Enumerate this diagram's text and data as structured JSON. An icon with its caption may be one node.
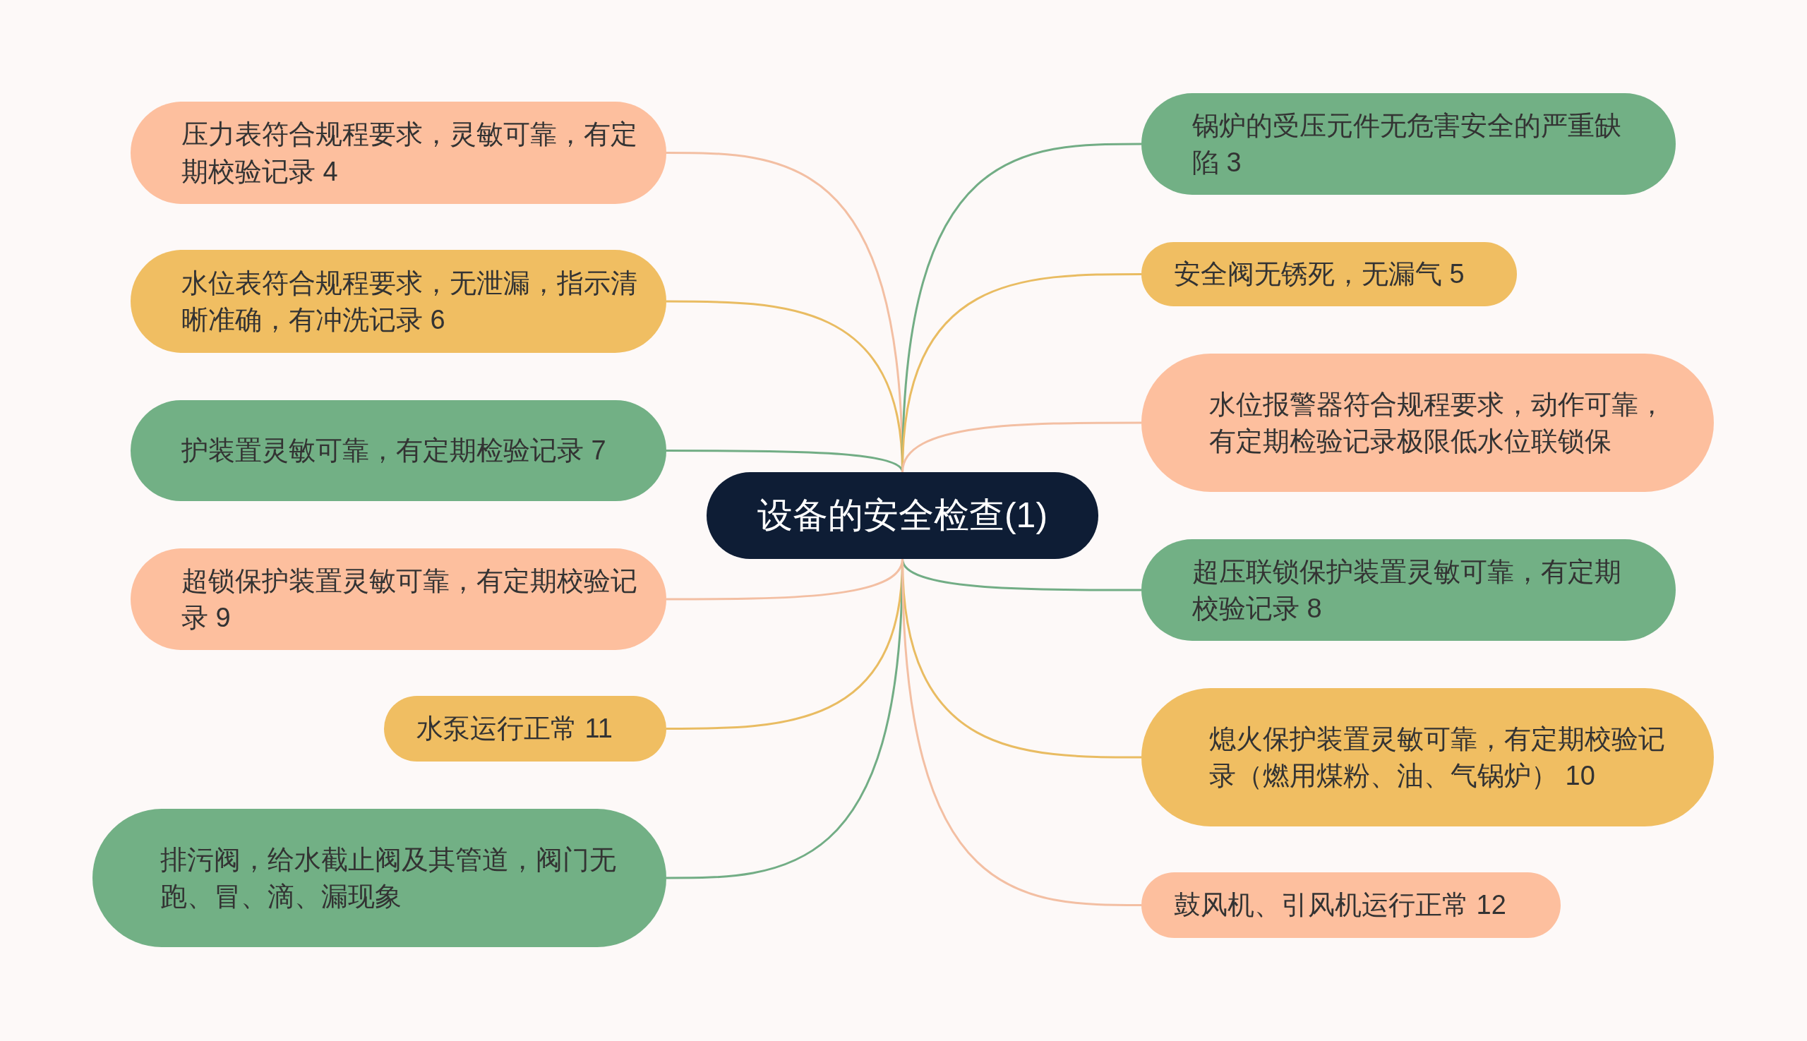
{
  "diagram": {
    "nodes": [
      {
        "text": [
          "设备的安全检查(1)"
        ]
      },
      {
        "text": [
          "压力表符合规程要求，灵敏可靠，有定期校验记录 4"
        ]
      },
      {
        "text": [
          "水位表符合规程要求，无泄漏，指示清晰准确，有冲洗记录 6"
        ]
      },
      {
        "text": [
          "护装置灵敏可靠，有定期检验记录 7"
        ]
      },
      {
        "text": [
          "超锁保护装置灵敏可靠，有定期校验记录 9"
        ]
      },
      {
        "text": [
          "水泵运行正常 11"
        ]
      },
      {
        "text": [
          "排污阀，给水截止阀及其管道，阀门无跑、冒、滴、漏现象"
        ]
      },
      {
        "text": [
          "锅炉的受压元件无危害安全的严重缺陷 3"
        ]
      },
      {
        "text": [
          "安全阀无锈死，无漏气 5"
        ]
      },
      {
        "text": [
          "水位报警器符合规程要求，动作可靠，有定期检验记录极限低水位联锁保"
        ]
      },
      {
        "text": [
          "超压联锁保护装置灵敏可靠，有定期校验记录 8"
        ]
      },
      {
        "text": [
          "熄火保护装置灵敏可靠，有定期校验记录（燃用煤粉、油、气锅炉） 10"
        ]
      },
      {
        "text": [
          "鼓风机、引风机运行正常 12"
        ]
      }
    ],
    "edges": [
      {
        "from": 0,
        "to": 1,
        "arrow": "none",
        "color": "#f3bfa3"
      },
      {
        "from": 0,
        "to": 2,
        "arrow": "none",
        "color": "#e9bc62"
      },
      {
        "from": 0,
        "to": 3,
        "arrow": "none",
        "color": "#72ad85"
      },
      {
        "from": 0,
        "to": 4,
        "arrow": "none",
        "color": "#f3bfa3"
      },
      {
        "from": 0,
        "to": 5,
        "arrow": "none",
        "color": "#e9bc62"
      },
      {
        "from": 0,
        "to": 6,
        "arrow": "none",
        "color": "#72ad85"
      },
      {
        "from": 0,
        "to": 7,
        "arrow": "none",
        "color": "#72ad85"
      },
      {
        "from": 0,
        "to": 8,
        "arrow": "none",
        "color": "#e9bc62"
      },
      {
        "from": 0,
        "to": 9,
        "arrow": "none",
        "color": "#f3bfa3"
      },
      {
        "from": 0,
        "to": 10,
        "arrow": "none",
        "color": "#72ad85"
      },
      {
        "from": 0,
        "to": 11,
        "arrow": "none",
        "color": "#e9bc62"
      },
      {
        "from": 0,
        "to": 12,
        "arrow": "none",
        "color": "#f3bfa3"
      }
    ]
  }
}
